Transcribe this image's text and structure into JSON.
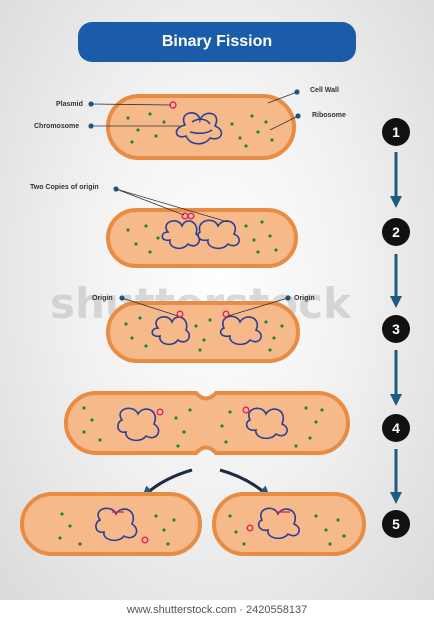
{
  "title": "Binary Fission",
  "labels": {
    "plasmid": "Plasmid",
    "chromosome": "Chromosome",
    "cell_wall": "Cell Wall",
    "ribosome": "Ribosome",
    "two_copies_of_origin": "Two Copies of origin",
    "origin_left": "Origin",
    "origin_right": "Origin"
  },
  "steps": [
    "1",
    "2",
    "3",
    "4",
    "5"
  ],
  "watermark": "shutterstock",
  "footer": "www.shutterstock.com · 2420558137",
  "colors": {
    "banner": "#1b5ca8",
    "cell_fill": "#f6b98a",
    "cell_wall": "#e98c43",
    "chromosome": "#2b3f95",
    "plasmid": "#e0245e",
    "ribosome": "#1e8a2a",
    "arrow": "#1f5a80",
    "step_circle": "#111111"
  }
}
